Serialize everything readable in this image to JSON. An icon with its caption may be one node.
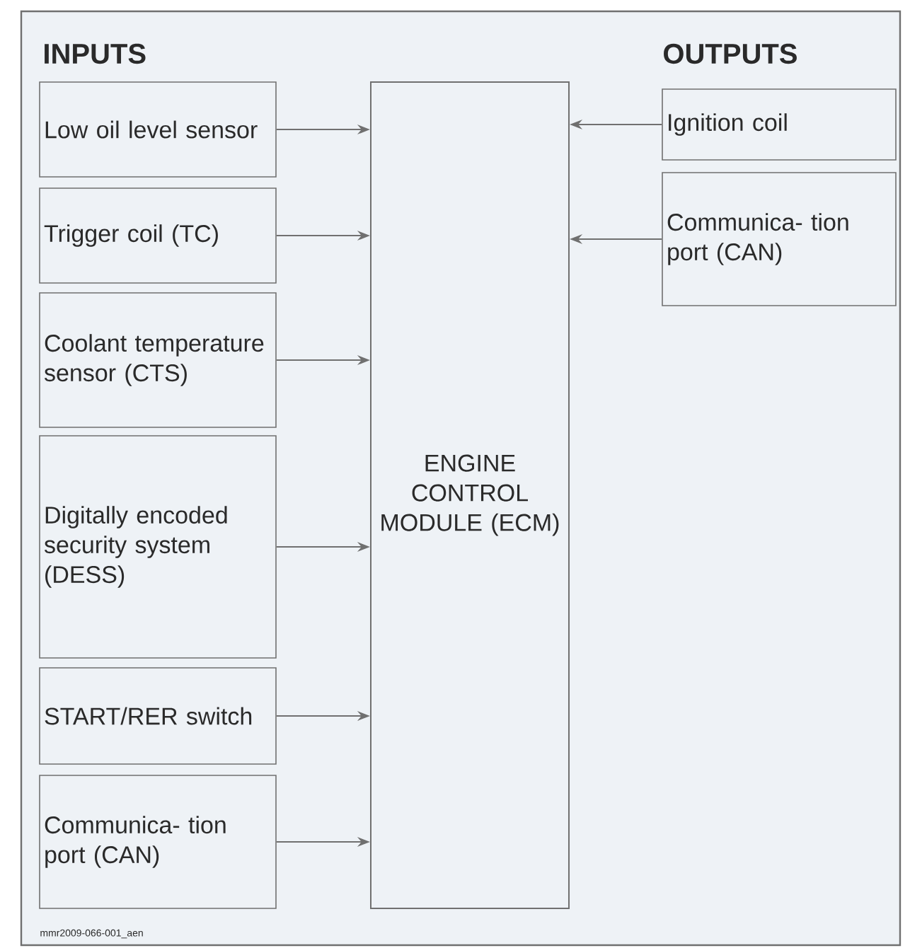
{
  "diagram": {
    "nodes": [
      {
        "text": [
          "ENGINE CONTROL MODULE (ECM)"
        ]
      },
      {
        "text": [
          "Low oil level sensor"
        ]
      },
      {
        "text": [
          "Trigger coil (TC)"
        ]
      },
      {
        "text": [
          "Coolant temperature sensor (CTS)"
        ]
      },
      {
        "text": [
          "Digitally encoded security system (DESS)"
        ]
      },
      {
        "text": [
          "START/RER switch"
        ]
      },
      {
        "text": [
          "Communica- tion port (CAN)"
        ]
      },
      {
        "text": [
          "Ignition coil"
        ]
      },
      {
        "text": [
          "Communica- tion port (CAN)"
        ]
      }
    ],
    "edges": [
      {
        "from": 1,
        "to": 0,
        "arrow": "to"
      },
      {
        "from": 2,
        "to": 0,
        "arrow": "to"
      },
      {
        "from": 3,
        "to": 0,
        "arrow": "to"
      },
      {
        "from": 4,
        "to": 0,
        "arrow": "to"
      },
      {
        "from": 5,
        "to": 0,
        "arrow": "to"
      },
      {
        "from": 6,
        "to": 0,
        "arrow": "to"
      },
      {
        "from": 7,
        "to": 0,
        "arrow": "to"
      },
      {
        "from": 8,
        "to": 0,
        "arrow": "to"
      }
    ],
    "labels": [
      "INPUTS",
      "OUTPUTS",
      "mmr2009-066-001_aen"
    ]
  }
}
